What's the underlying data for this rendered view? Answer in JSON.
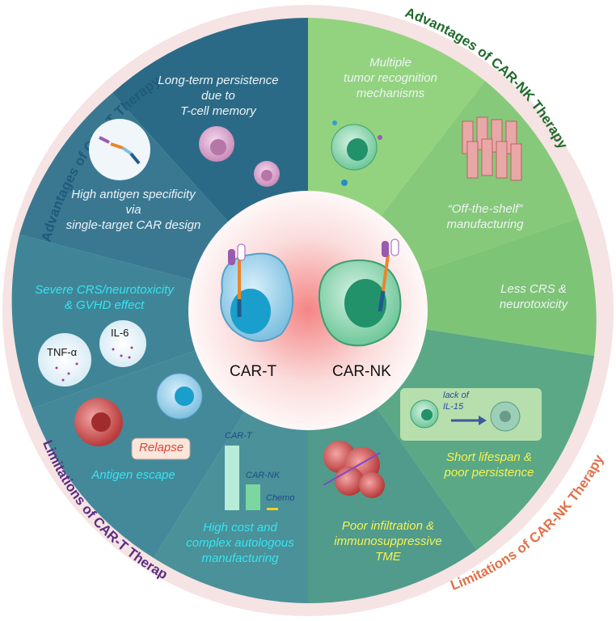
{
  "arc_titles": {
    "adv_cart": "Advantages of CAR-T Therapy",
    "adv_carnk": "Advantages of CAR-NK Therapy",
    "lim_cart": "Limitations of CAR-T Therapy",
    "lim_carnk": "Limitations of CAR-NK Therapy"
  },
  "center": {
    "cart": "CAR-T",
    "carnk": "CAR-NK"
  },
  "cart_advantages": {
    "memory": [
      "Long-term persistence",
      "due to",
      "T-cell memory"
    ],
    "specificity": [
      "High antigen specificity",
      "via",
      "single-target CAR design"
    ]
  },
  "carnk_advantages": {
    "recognition": [
      "Multiple",
      "tumor recognition",
      "mechanisms"
    ],
    "offshelf": [
      "“Off-the-shelf”",
      "manufacturing"
    ],
    "crs": [
      "Less CRS &",
      "neurotoxicity"
    ]
  },
  "cart_limitations": {
    "crs": [
      "Severe CRS/neurotoxicity",
      "& GVHD effect"
    ],
    "tnf_label": "TNF-α",
    "il6_label": "IL-6",
    "relapse": "Relapse",
    "antigen_escape": "Antigen escape",
    "cost": [
      "High cost and",
      "complex autologous",
      "manufacturing"
    ]
  },
  "cost_chart": {
    "labels": [
      "CAR-T",
      "CAR-NK",
      "Chemo"
    ]
  },
  "carnk_limitations": {
    "lack_il15": [
      "lack of",
      "IL-15"
    ],
    "lifespan": [
      "Short lifespan &",
      "poor persistence"
    ],
    "infiltration": [
      "Poor infiltration &",
      "immunosuppressive",
      "TME"
    ]
  },
  "colors": {
    "outer_ring": "#f3d8d8",
    "adv_cart_dark": "#2a6b85",
    "adv_cart_mid": "#3d7a94",
    "adv_carnk_light": "#8fd07a",
    "adv_carnk_mid": "#7cc373",
    "lim_cart": "#3f8c9c",
    "lim_carnk": "#56a585",
    "cyan_text": "#38e3f0",
    "yellow_text": "#f7f252",
    "title_blue": "#1f5a7a",
    "title_green": "#1f6a2a",
    "title_purple": "#5a2d82",
    "title_orange": "#e0714a"
  }
}
